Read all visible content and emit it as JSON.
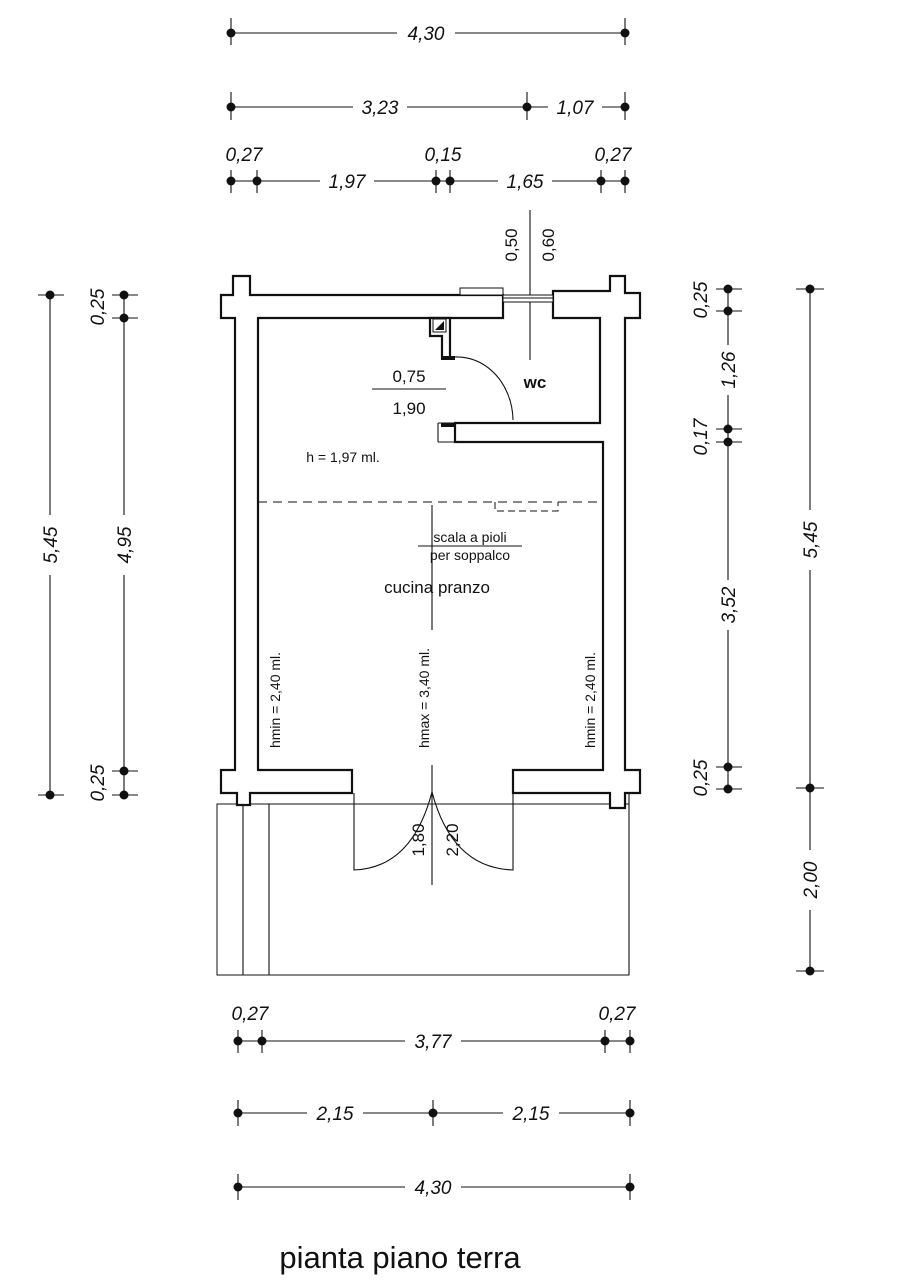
{
  "title": "pianta piano terra",
  "top_dims": {
    "row1": [
      "4,30"
    ],
    "row2": [
      "3,23",
      "1,07"
    ],
    "row3": [
      "0,27",
      "1,97",
      "0,15",
      "1,65",
      "0,27"
    ],
    "window": [
      "0,50",
      "0,60"
    ]
  },
  "left_dims": {
    "outer": "5,45",
    "inner": [
      "0,25",
      "4,95",
      "0,25"
    ]
  },
  "right_dims": {
    "inner": [
      "0,25",
      "1,26",
      "0,17",
      "3,52",
      "0,25"
    ],
    "outer": [
      "5,45",
      "2,00"
    ]
  },
  "bottom_dims": {
    "row1": [
      "0,27",
      "3,77",
      "0,27"
    ],
    "row2": [
      "2,15",
      "2,15"
    ],
    "row3": [
      "4,30"
    ]
  },
  "rooms": {
    "wc": "wc",
    "wc_door_width": "0,75",
    "wc_door_height": "1,90",
    "wc_height": "h = 1,97 ml.",
    "ladder_1": "scala a pioli",
    "ladder_2": "per soppalco",
    "kitchen": "cucina pranzo",
    "hmin_left": "hmin = 2,40 ml.",
    "hmax": "hmax = 3,40 ml.",
    "hmin_right": "hmin = 2,40 ml.",
    "door_w": "1,80",
    "door_h": "2,20"
  }
}
